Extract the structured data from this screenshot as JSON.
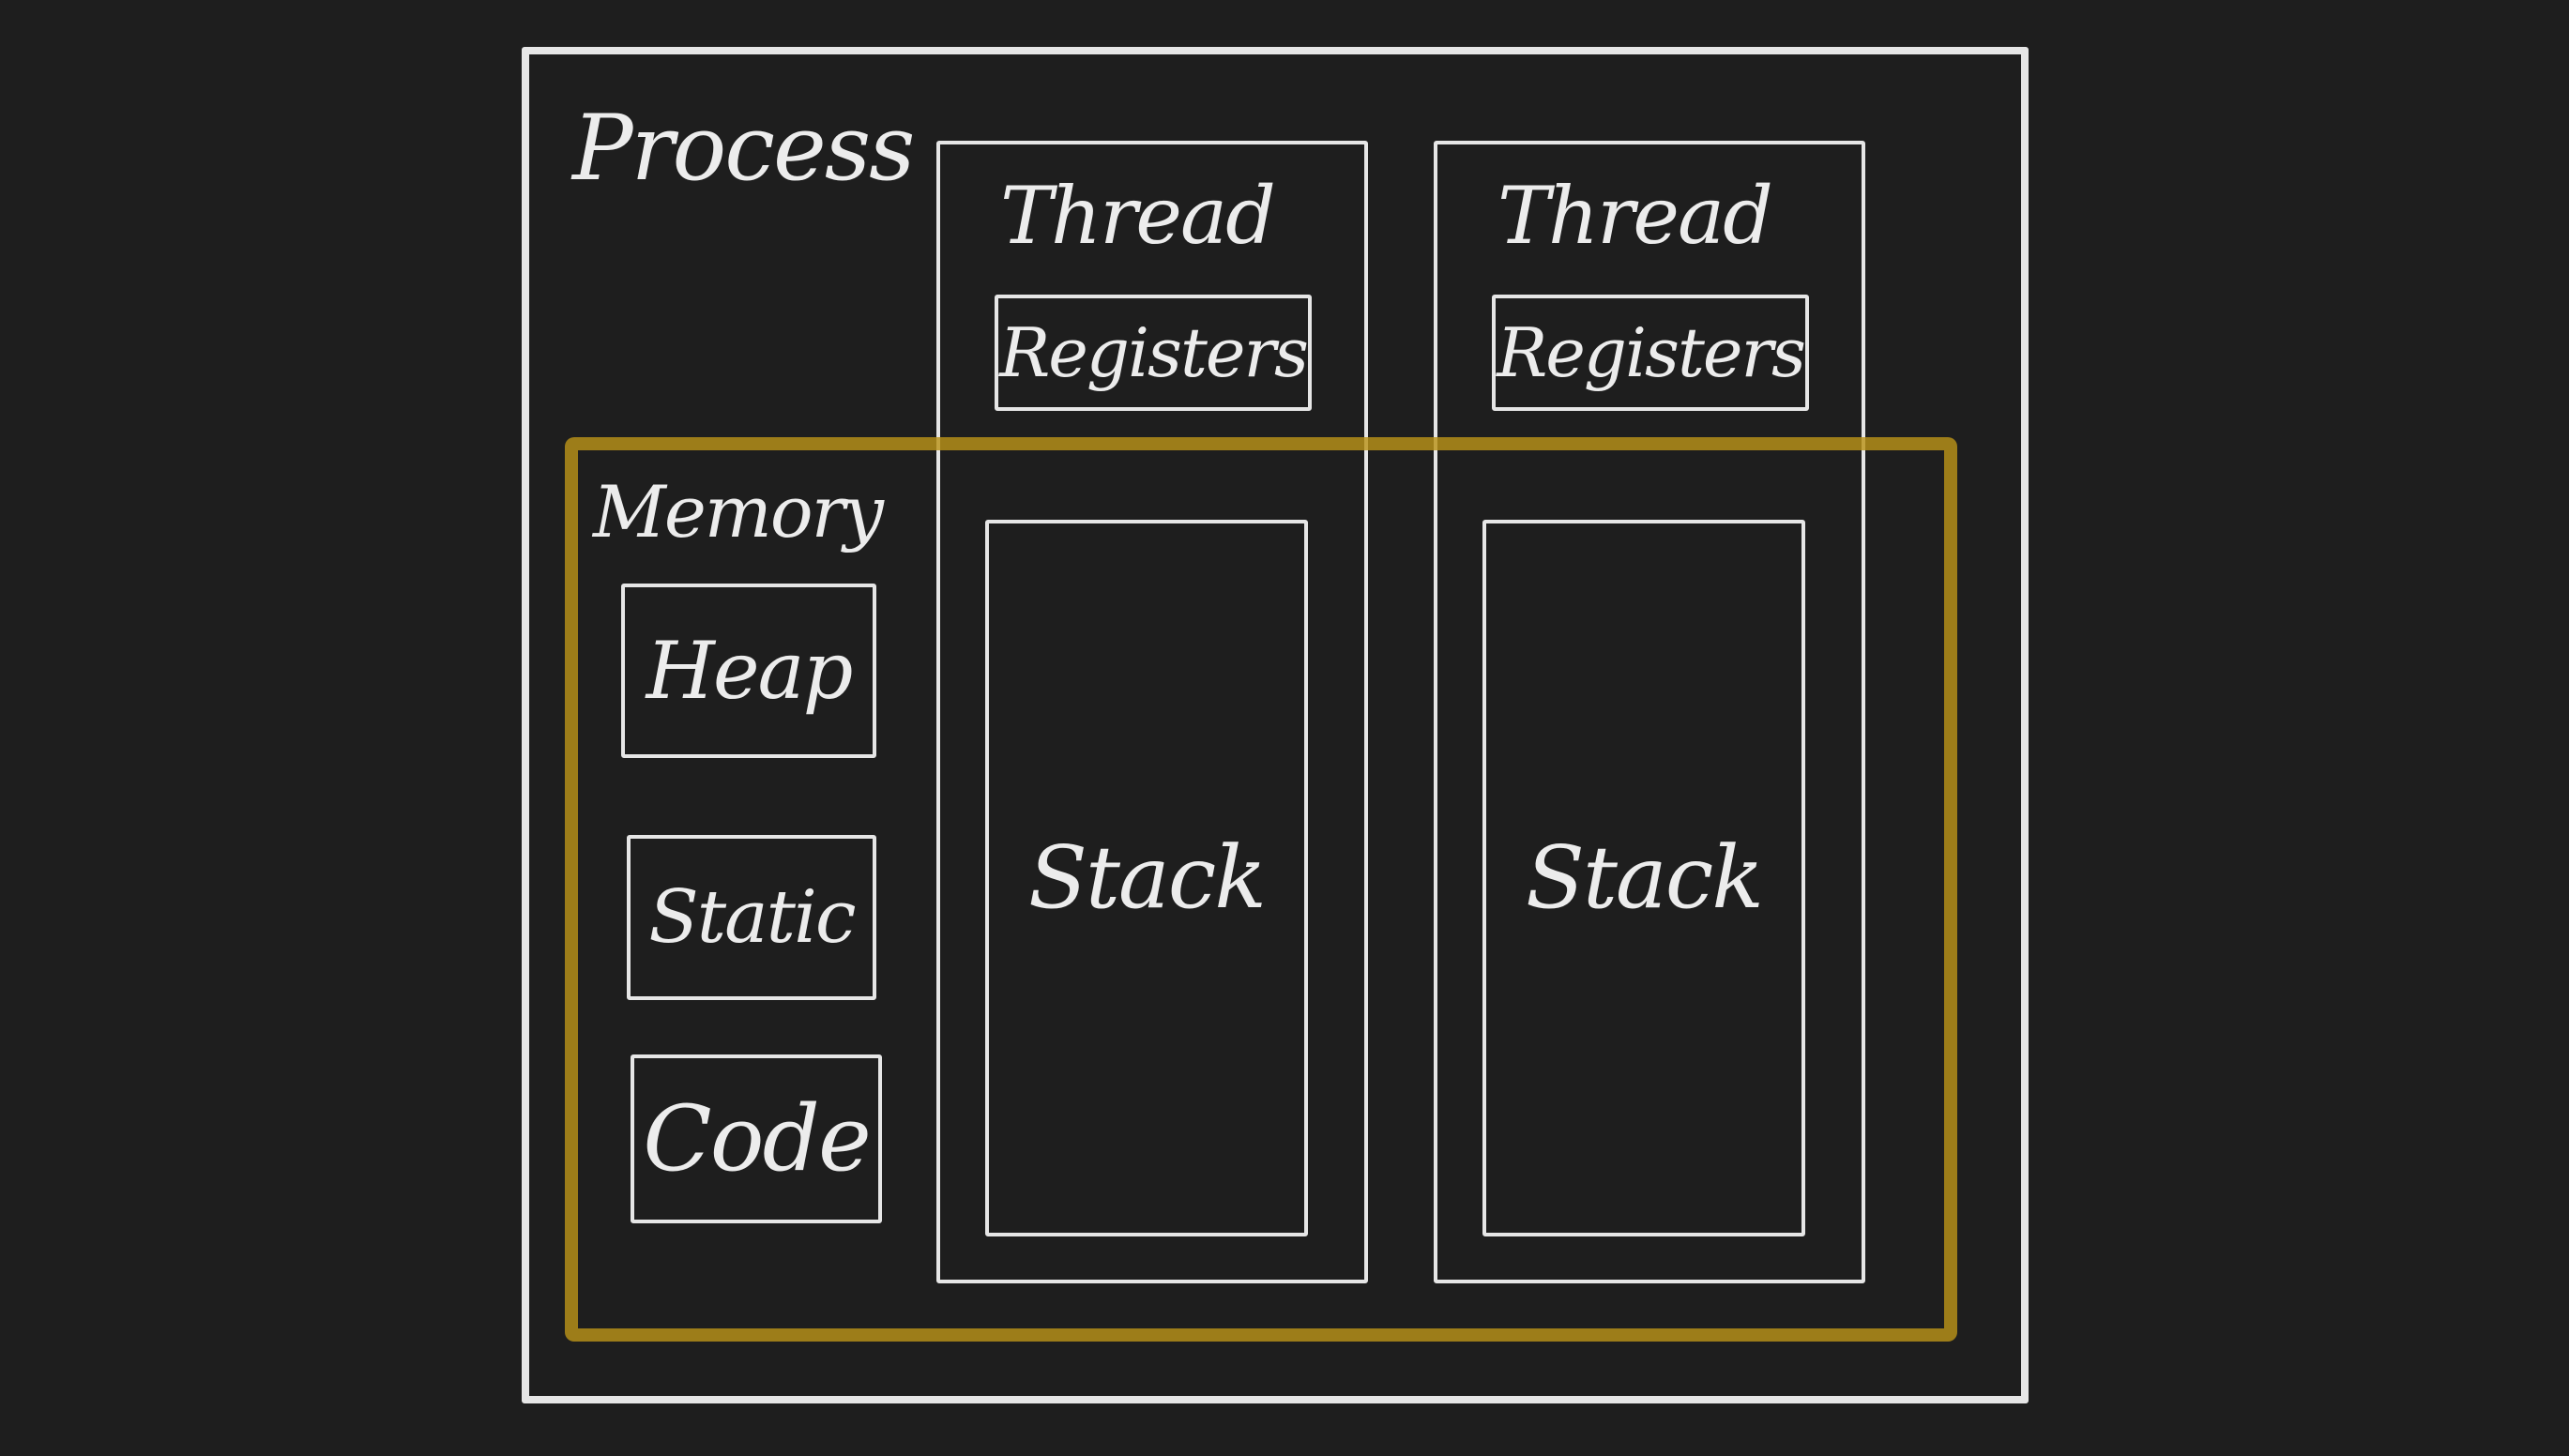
{
  "diagram": {
    "process": {
      "label": "Process"
    },
    "memory": {
      "label": "Memory",
      "heap": "Heap",
      "static": "Static",
      "code": "Code"
    },
    "threads": [
      {
        "label": "Thread",
        "registers": "Registers",
        "stack": "Stack"
      },
      {
        "label": "Thread",
        "registers": "Registers",
        "stack": "Stack"
      }
    ],
    "colors": {
      "background": "#1e1e1e",
      "chalk": "#e6e6e6",
      "memory_highlight": "#ba9218"
    }
  }
}
